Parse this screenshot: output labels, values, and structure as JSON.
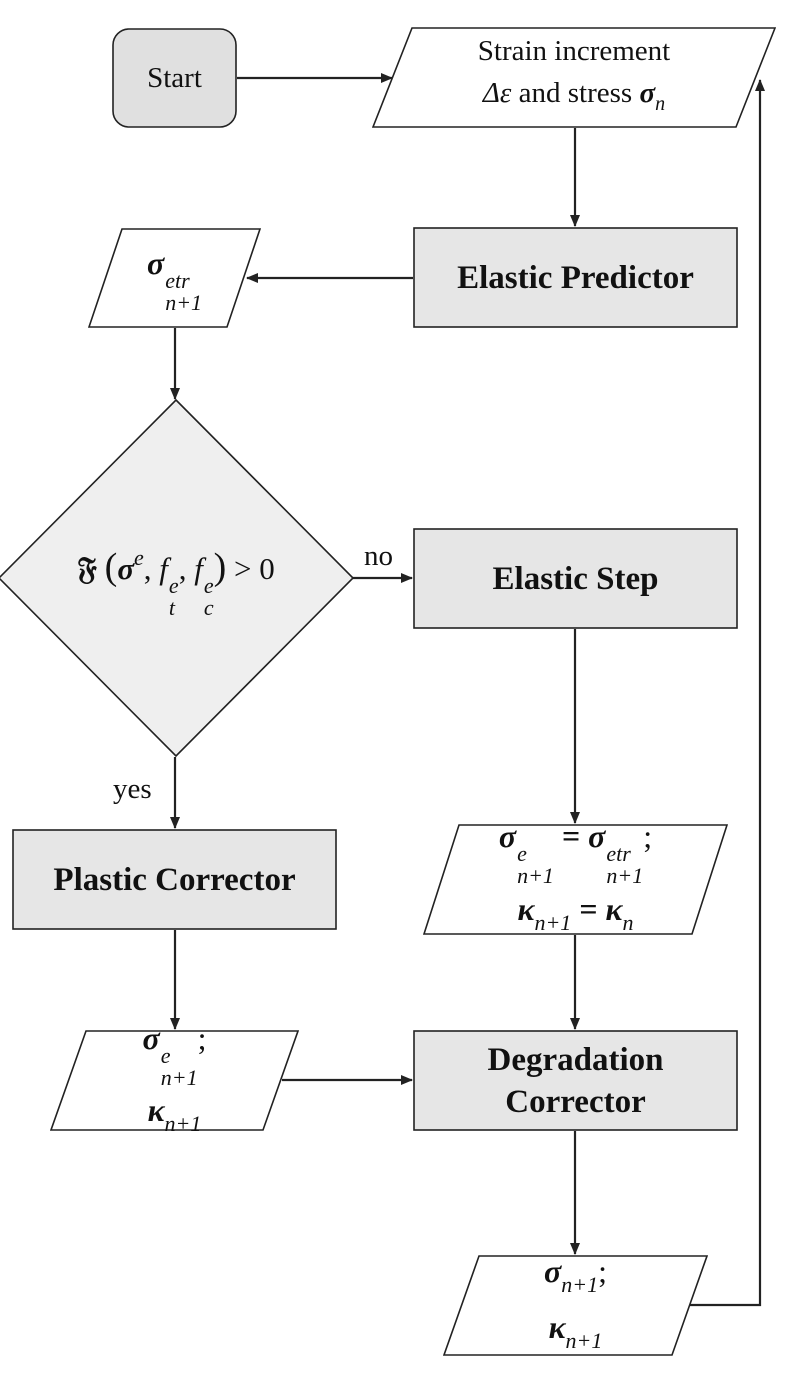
{
  "start": {
    "label": "Start"
  },
  "input": {
    "line1": "Strain increment",
    "line2_text": "and stress",
    "delta_eps": "Δε",
    "sigma": "σ",
    "sigma_sub": "n"
  },
  "elastic_predictor": {
    "label": "Elastic Predictor"
  },
  "trial_stress": {
    "sigma": "σ",
    "sup": "etr",
    "sub": "n+1"
  },
  "decision": {
    "func": "𝔉",
    "open": "(",
    "sigma": "σ",
    "sigma_sup": "e",
    "ft": "f",
    "ft_sub": "t",
    "ft_sup": "e",
    "fc": "f",
    "fc_sub": "c",
    "fc_sup": "e",
    "close": ")",
    "rel": "> 0"
  },
  "edge_labels": {
    "no": "no",
    "yes": "yes"
  },
  "elastic_step": {
    "label": "Elastic Step"
  },
  "elastic_update": {
    "line1_lhs": "σ",
    "line1_lhs_sup": "e",
    "line1_lhs_sub": "n+1",
    "eq": "=",
    "line1_rhs": "σ",
    "line1_rhs_sup": "etr",
    "line1_rhs_sub": "n+1",
    "semi": ";",
    "line2_lhs": "κ",
    "line2_lhs_sub": "n+1",
    "line2_rhs": "κ",
    "line2_rhs_sub": "n"
  },
  "plastic_corrector": {
    "label": "Plastic Corrector"
  },
  "plastic_output": {
    "sigma": "σ",
    "sigma_sup": "e",
    "sigma_sub": "n+1",
    "semi": ";",
    "kappa": "κ",
    "kappa_sub": "n+1"
  },
  "degradation_corrector": {
    "line1": "Degradation",
    "line2": "Corrector"
  },
  "final_output": {
    "sigma": "σ",
    "sigma_sub": "n+1",
    "semi": ";",
    "kappa": "κ",
    "kappa_sub": "n+1"
  },
  "colors": {
    "process_fill": "#e6e6e6",
    "stroke": "#222222",
    "io_fill": "#ffffff"
  }
}
